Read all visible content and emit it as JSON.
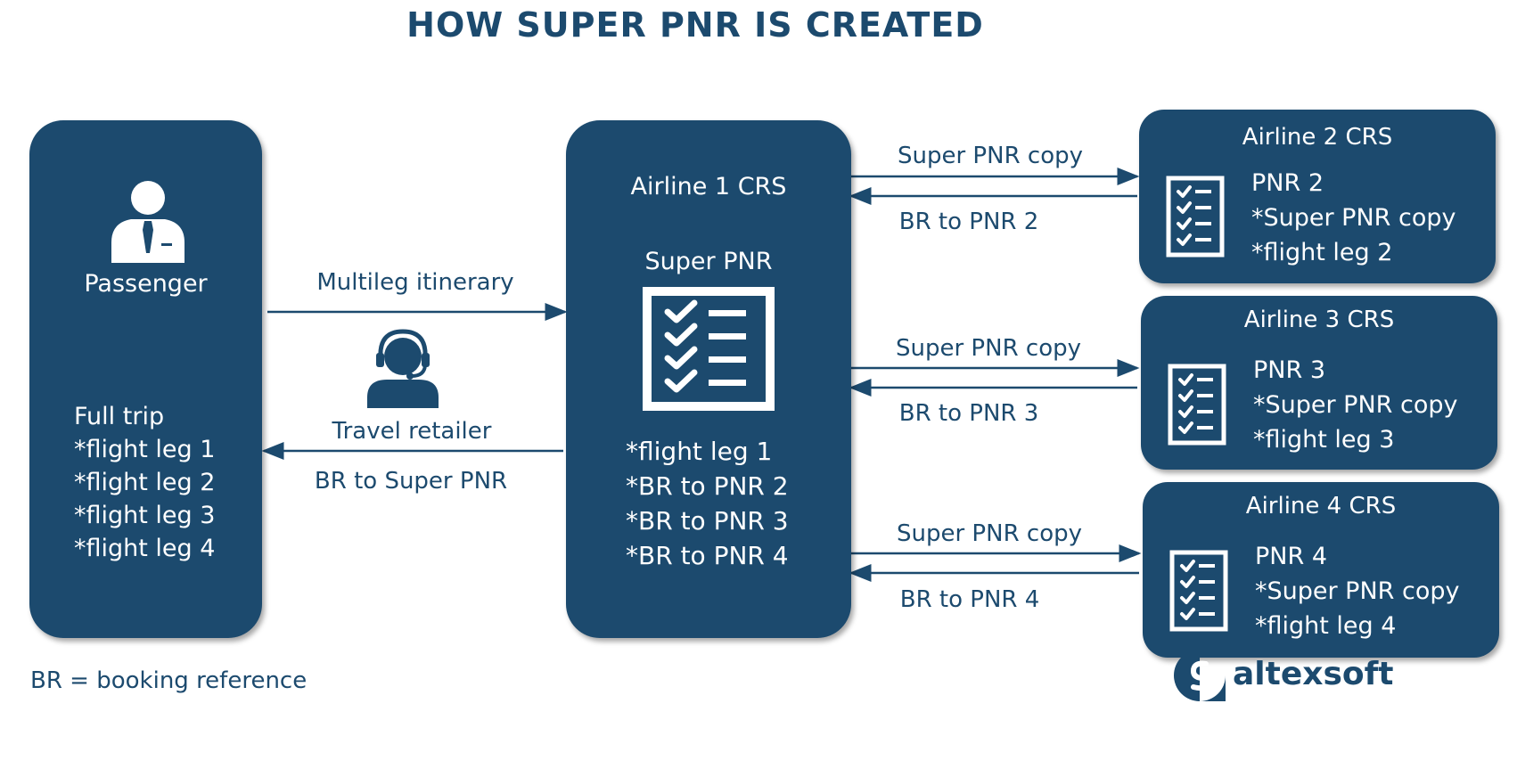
{
  "title": "HOW SUPER PNR IS CREATED",
  "passenger": {
    "label": "Passenger",
    "trip_title": "Full trip",
    "legs": [
      "*flight leg 1",
      "*flight leg 2",
      "*flight leg 3",
      "*flight leg 4"
    ]
  },
  "retailer": {
    "outbound_label": "Multileg itinerary",
    "name": "Travel retailer",
    "return_label": "BR to Super PNR"
  },
  "airline1": {
    "title": "Airline 1 CRS",
    "super_pnr_label": "Super PNR",
    "items": [
      "*flight leg 1",
      "*BR to PNR 2",
      "*BR to PNR 3",
      "*BR to PNR 4"
    ]
  },
  "links": [
    {
      "to_label": "Super PNR copy",
      "from_label": "BR to PNR 2"
    },
    {
      "to_label": "Super PNR copy",
      "from_label": "BR to PNR 3"
    },
    {
      "to_label": "Super PNR copy",
      "from_label": "BR to PNR 4"
    }
  ],
  "airlines": [
    {
      "title": "Airline 2 CRS",
      "pnr": "PNR 2",
      "copy": "*Super PNR copy",
      "leg": "*flight leg 2"
    },
    {
      "title": "Airline 3 CRS",
      "pnr": "PNR 3",
      "copy": "*Super PNR copy",
      "leg": "*flight leg 3"
    },
    {
      "title": "Airline 4 CRS",
      "pnr": "PNR 4",
      "copy": "*Super PNR copy",
      "leg": "*flight leg 4"
    }
  ],
  "footnote": "BR = booking reference",
  "logo": {
    "text": "altexsoft"
  },
  "colors": {
    "primary": "#1c4a6e",
    "background": "#ffffff"
  },
  "icons": [
    "person-icon",
    "headset-agent-icon",
    "checklist-icon",
    "logo-icon"
  ]
}
